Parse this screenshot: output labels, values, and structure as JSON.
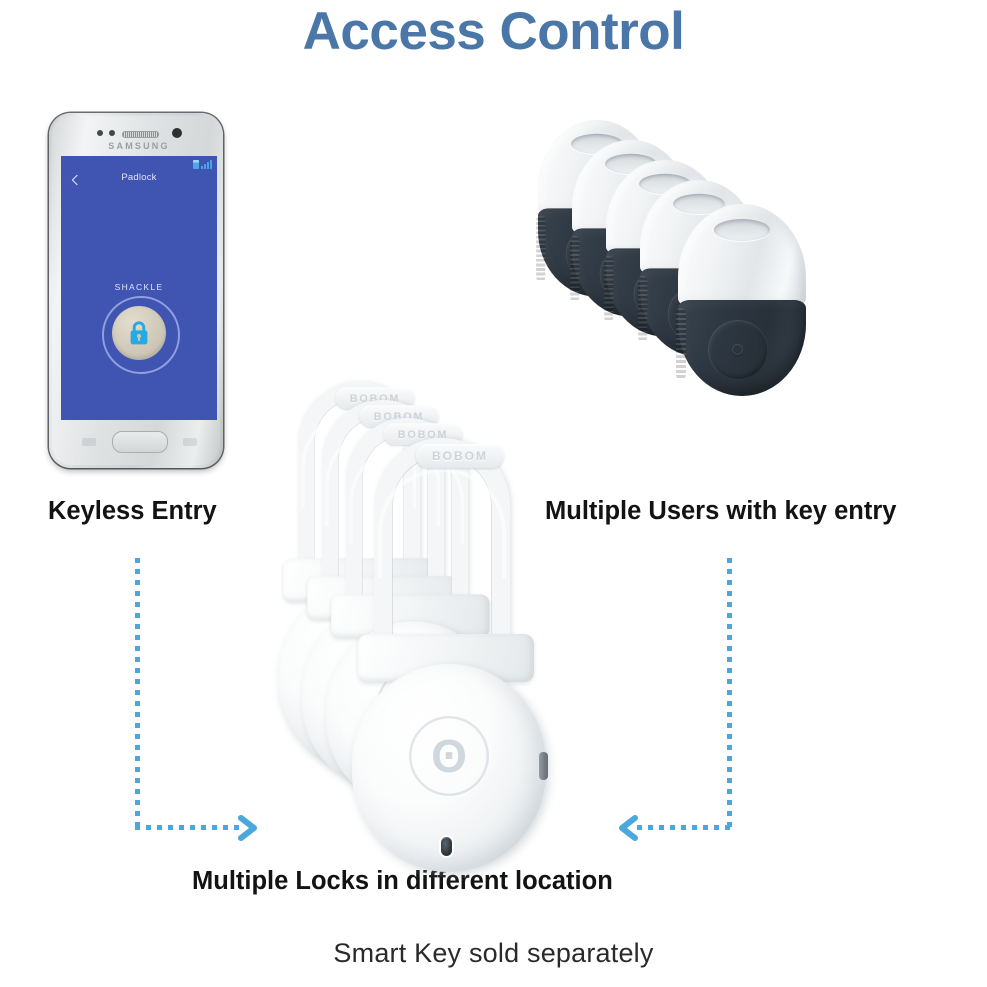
{
  "title": "Access Control",
  "captions": {
    "keyless": "Keyless Entry",
    "multiple_users": "Multiple Users with key entry",
    "multiple_locks": "Multiple Locks in different location",
    "footer": "Smart Key sold separately"
  },
  "phone": {
    "brand": "SAMSUNG",
    "app": {
      "title": "Padlock",
      "shackle_label": "SHACKLE",
      "back_icon": "chevron-left-icon",
      "lock_icon": "padlock-icon",
      "status": {
        "battery_icon": "battery-icon",
        "signal_icon": "signal-bars-icon"
      },
      "screen_color": "#4054b2",
      "ring_color": "#8f9fe0",
      "lock_glyph_color": "#27a9e1"
    }
  },
  "key_fobs": {
    "count": 5,
    "top_color": "#f2f4f5",
    "body_color": "#2d3741",
    "button_icon": "fob-button-icon"
  },
  "padlocks": {
    "count": 4,
    "body_color": "#f7f9fa",
    "shackle_brand": "BOBOM",
    "logo_glyph": "ʘ",
    "led_color": "#30383f"
  },
  "connectors": {
    "color": "#4ba8dd",
    "left": {
      "arrow_icon": "chevron-right-icon",
      "direction": "right"
    },
    "right": {
      "arrow_icon": "chevron-left-icon",
      "direction": "left"
    }
  },
  "colors": {
    "title": "#4a77a8",
    "caption": "#131313",
    "background": "#ffffff"
  }
}
